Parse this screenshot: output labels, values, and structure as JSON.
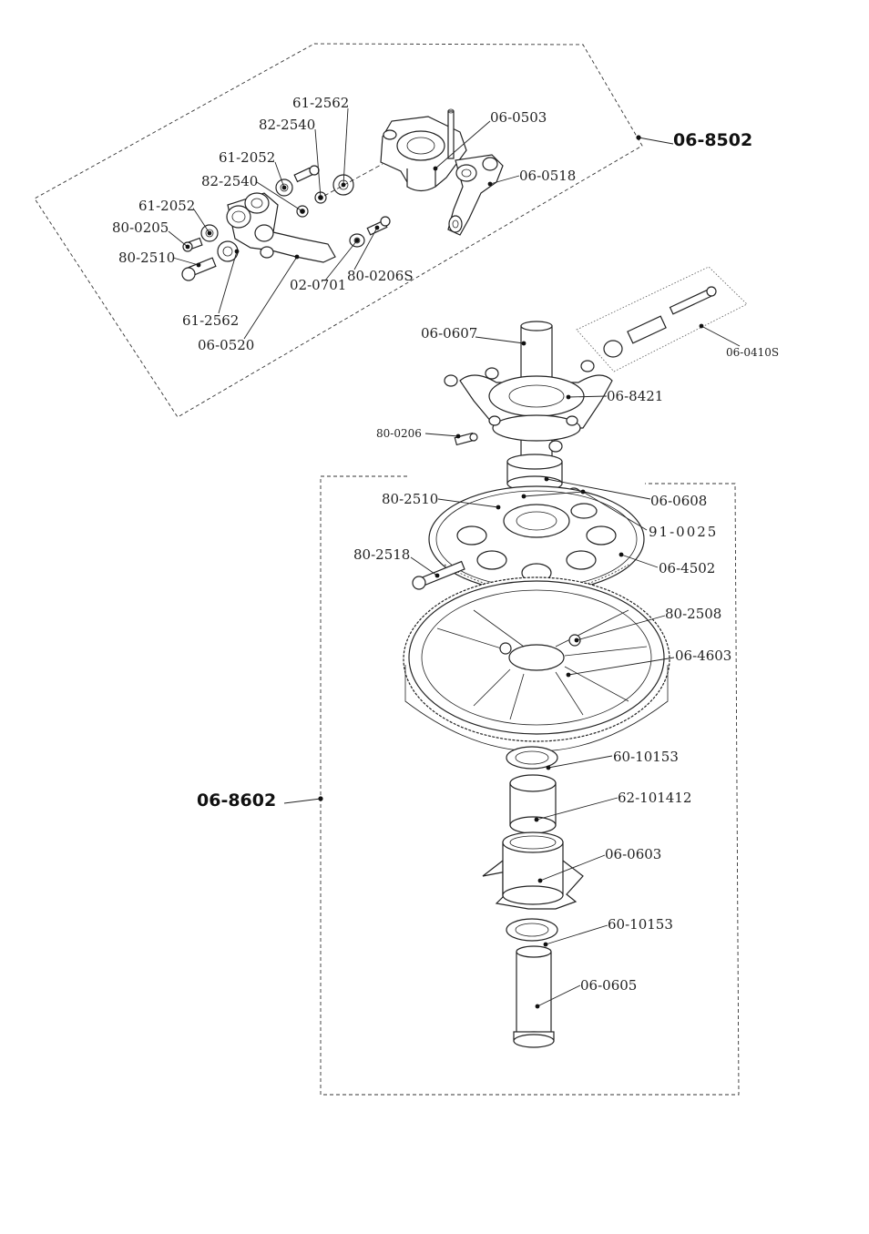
{
  "assemblies": {
    "upper": "06-8502",
    "lower": "06-8602"
  },
  "parts": {
    "p_61_2562_top": "61-2562",
    "p_82_2540_top": "82-2540",
    "p_06_0503": "06-0503",
    "p_61_2052_top": "61-2052",
    "p_06_0518": "06-0518",
    "p_82_2540_mid": "82-2540",
    "p_61_2052_mid": "61-2052",
    "p_80_0205": "80-0205",
    "p_80_2510_top": "80-2510",
    "p_02_0701": "02-0701",
    "p_80_0206S": "80-0206S",
    "p_61_2562_bottom": "61-2562",
    "p_06_0520": "06-0520",
    "p_06_0607": "06-0607",
    "p_06_0410S": "06-0410S",
    "p_06_8421": "06-8421",
    "p_80_0206": "80-0206",
    "p_80_2510_mid": "80-2510",
    "p_06_0608": "06-0608",
    "p_91_0025": "91-0025",
    "p_80_2518": "80-2518",
    "p_06_4502": "06-4502",
    "p_80_2508": "80-2508",
    "p_06_4603": "06-4603",
    "p_60_10153_top": "60-10153",
    "p_62_101412": "62-101412",
    "p_06_0603": "06-0603",
    "p_60_10153_bottom": "60-10153",
    "p_06_0605": "06-0605"
  }
}
